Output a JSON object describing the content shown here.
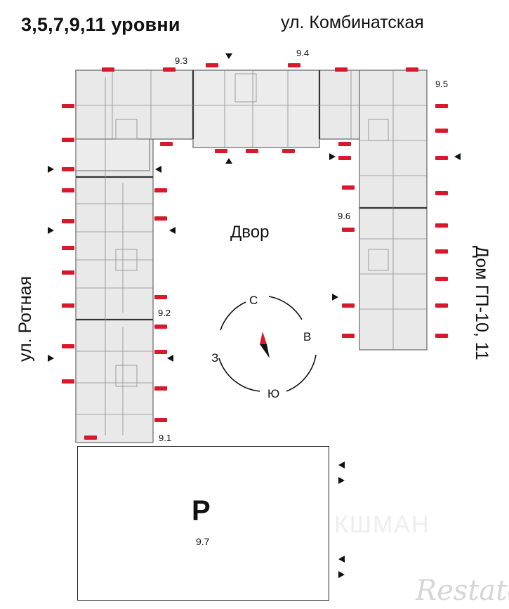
{
  "header": {
    "title": "3,5,7,9,11 уровни"
  },
  "streets": {
    "top": "ул. Комбинатская",
    "left": "ул. Ротная",
    "right": "Дом ГП-10, 11"
  },
  "courtyard": "Двор",
  "section_labels": [
    "9.3",
    "9.4",
    "9.5",
    "9.6",
    "9.2",
    "9.1"
  ],
  "compass": {
    "north": "С",
    "east": "В",
    "south": "Ю",
    "west": "З"
  },
  "parking": {
    "letter": "P",
    "number": "9.7"
  },
  "watermark": {
    "logo": "Restate",
    "background_text": "КШМАН"
  },
  "colors": {
    "badge_red": "#d8182b",
    "wall": "#555555",
    "floor": "#e7e7e7",
    "arrow": "#111111"
  }
}
